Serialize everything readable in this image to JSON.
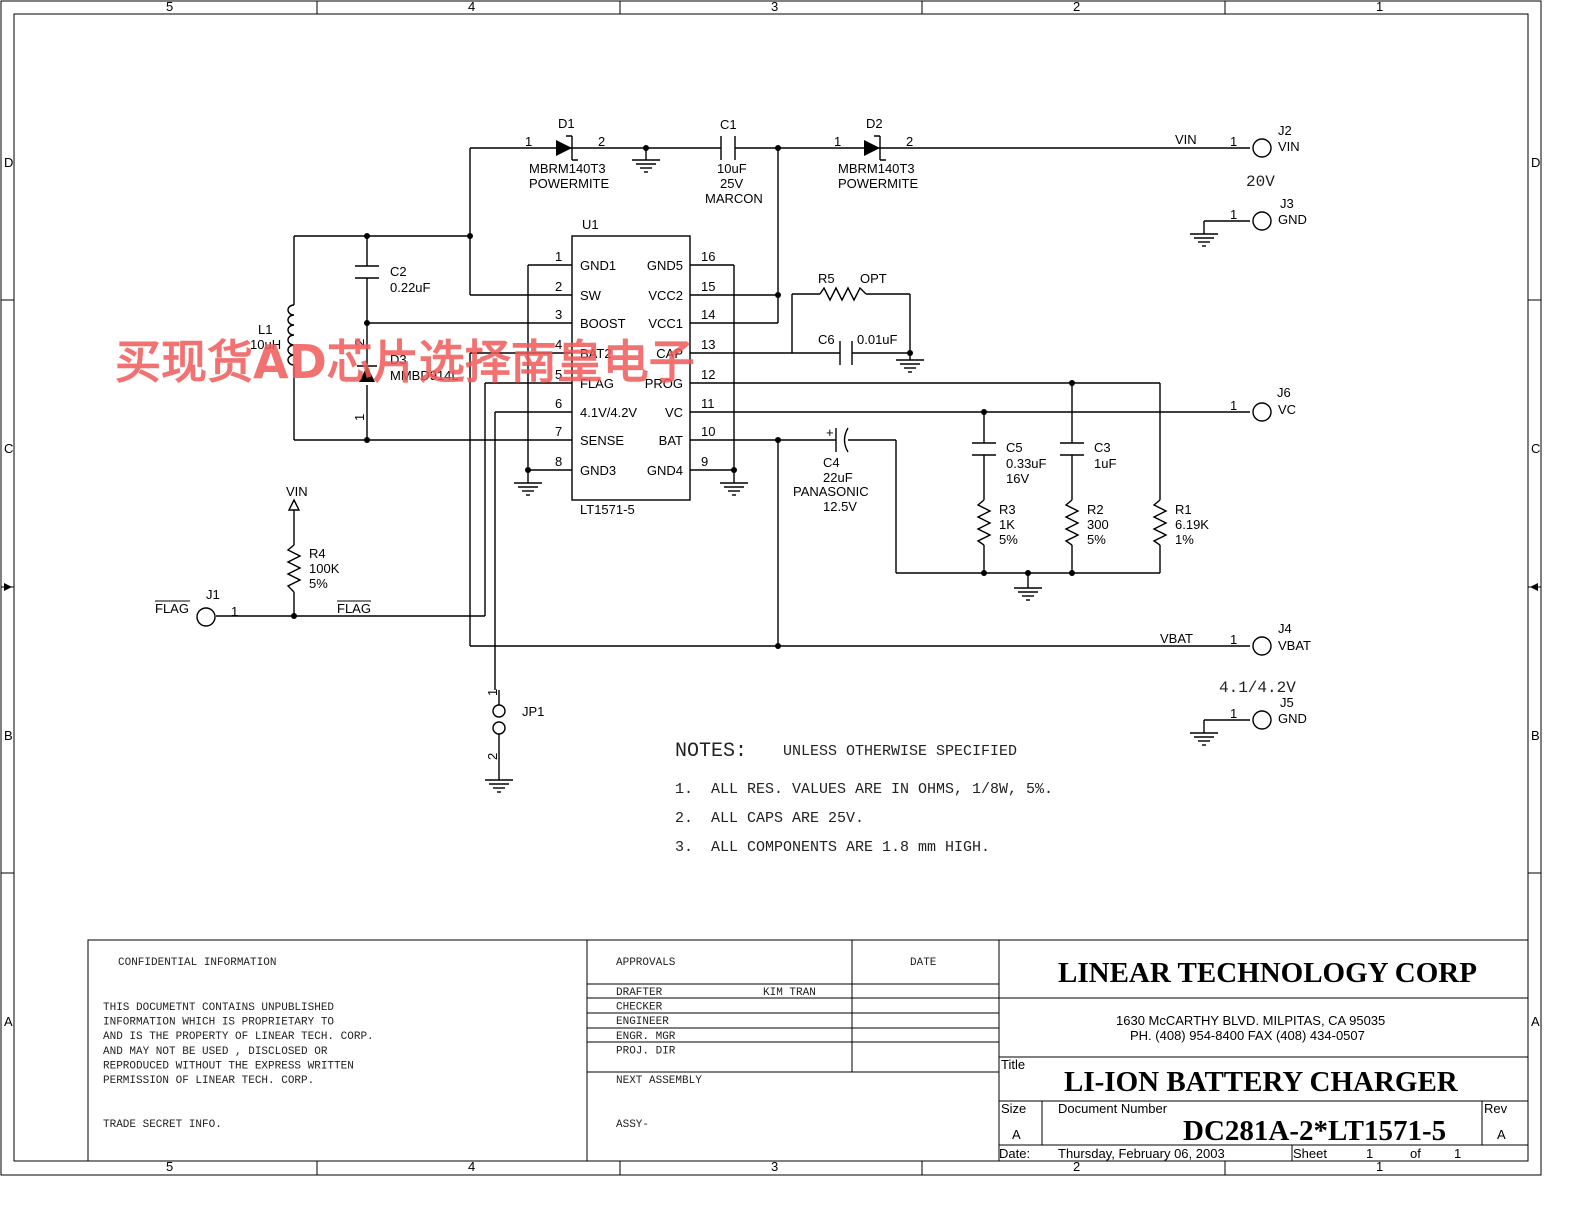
{
  "border": {
    "top_cols": [
      "5",
      "4",
      "3",
      "2",
      "1"
    ],
    "rows": [
      "D",
      "C",
      "B",
      "A"
    ]
  },
  "watermark": "买现货AD芯片选择南皇电子",
  "u1": {
    "ref": "U1",
    "part": "LT1571-5",
    "left_pins": [
      {
        "num": "1",
        "name": "GND1"
      },
      {
        "num": "2",
        "name": "SW"
      },
      {
        "num": "3",
        "name": "BOOST"
      },
      {
        "num": "4",
        "name": "BAT2"
      },
      {
        "num": "5",
        "name": "FLAG"
      },
      {
        "num": "6",
        "name": "4.1V/4.2V"
      },
      {
        "num": "7",
        "name": "SENSE"
      },
      {
        "num": "8",
        "name": "GND3"
      }
    ],
    "right_pins": [
      {
        "num": "16",
        "name": "GND5"
      },
      {
        "num": "15",
        "name": "VCC2"
      },
      {
        "num": "14",
        "name": "VCC1"
      },
      {
        "num": "13",
        "name": "CAP"
      },
      {
        "num": "12",
        "name": "PROG"
      },
      {
        "num": "11",
        "name": "VC"
      },
      {
        "num": "10",
        "name": "BAT"
      },
      {
        "num": "9",
        "name": "GND4"
      }
    ]
  },
  "d1": {
    "ref": "D1",
    "pin1": "1",
    "pin2": "2",
    "part": "MBRM140T3",
    "mfr": "POWERMITE"
  },
  "d2": {
    "ref": "D2",
    "pin1": "1",
    "pin2": "2",
    "part": "MBRM140T3",
    "mfr": "POWERMITE"
  },
  "c1": {
    "ref": "C1",
    "value": "10uF",
    "voltage": "25V",
    "mfr": "MARCON"
  },
  "c2": {
    "ref": "C2",
    "value": "0.22uF"
  },
  "l1": {
    "ref": "L1",
    "value": "10uH"
  },
  "d3": {
    "ref": "D3",
    "part": "MMBD914L",
    "pin2": "2",
    "pin1": "1"
  },
  "r5": {
    "ref": "R5",
    "value": "OPT"
  },
  "c6": {
    "ref": "C6",
    "value": "0.01uF"
  },
  "c4": {
    "ref": "C4",
    "polarity": "+",
    "value": "22uF",
    "mfr": "PANASONIC",
    "voltage": "12.5V"
  },
  "c5": {
    "ref": "C5",
    "value": "0.33uF",
    "voltage": "16V"
  },
  "c3": {
    "ref": "C3",
    "value": "1uF"
  },
  "r3": {
    "ref": "R3",
    "value": "1K",
    "tol": "5%"
  },
  "r2": {
    "ref": "R2",
    "value": "300",
    "tol": "5%"
  },
  "r1": {
    "ref": "R1",
    "value": "6.19K",
    "tol": "1%"
  },
  "r4": {
    "ref": "R4",
    "value": "100K",
    "tol": "5%"
  },
  "vin_arrow": "VIN",
  "j1": {
    "ref": "J1",
    "label": "FLAG",
    "pin": "1"
  },
  "flag_net": "FLAG",
  "j2": {
    "ref": "J2",
    "label": "VIN",
    "pin": "1",
    "net": "VIN",
    "note": "20V"
  },
  "j3": {
    "ref": "J3",
    "label": "GND",
    "pin": "1"
  },
  "j6": {
    "ref": "J6",
    "label": "VC",
    "pin": "1"
  },
  "j4": {
    "ref": "J4",
    "label": "VBAT",
    "pin": "1",
    "net": "VBAT",
    "note": "4.1/4.2V"
  },
  "j5": {
    "ref": "J5",
    "label": "GND",
    "pin": "1"
  },
  "jp1": {
    "ref": "JP1",
    "pin1": "1",
    "pin2": "2"
  },
  "notes": {
    "heading": "NOTES:",
    "subheading": "UNLESS OTHERWISE SPECIFIED",
    "items": [
      "1.  ALL RES. VALUES ARE IN OHMS, 1/8W, 5%.",
      "2.  ALL CAPS ARE 25V.",
      "3.  ALL COMPONENTS ARE 1.8 mm HIGH."
    ]
  },
  "title_block": {
    "confidential_title": "CONFIDENTIAL INFORMATION",
    "confidential_lines": [
      "THIS DOCUMETNT CONTAINS UNPUBLISHED",
      "INFORMATION WHICH IS PROPRIETARY TO",
      "AND IS THE PROPERTY OF LINEAR TECH. CORP.",
      "AND MAY NOT BE USED , DISCLOSED OR",
      "REPRODUCED WITHOUT THE EXPRESS WRITTEN",
      "PERMISSION OF LINEAR TECH. CORP."
    ],
    "trade_secret": "TRADE SECRET INFO.",
    "approvals": "APPROVALS",
    "date_hdr": "DATE",
    "roles": [
      "DRAFTER",
      "CHECKER",
      "ENGINEER",
      "ENGR. MGR",
      "PROJ. DIR"
    ],
    "drafter_name": "KIM TRAN",
    "next_assembly": "NEXT ASSEMBLY",
    "assy": "ASSY-",
    "company": "LINEAR TECHNOLOGY CORP",
    "address": "1630 McCARTHY BLVD. MILPITAS, CA 95035",
    "phone": "PH. (408) 954-8400  FAX (408) 434-0507",
    "title_lbl": "Title",
    "title": "LI-ION BATTERY CHARGER",
    "size_lbl": "Size",
    "size": "A",
    "docnum_lbl": "Document Number",
    "docnum": "DC281A-2*LT1571-5",
    "rev_lbl": "Rev",
    "rev": "A",
    "date_lbl": "Date:",
    "date": "Thursday, February 06, 2003",
    "sheet_lbl": "Sheet",
    "sheet": "1",
    "of_lbl": "of",
    "sheets": "1"
  }
}
